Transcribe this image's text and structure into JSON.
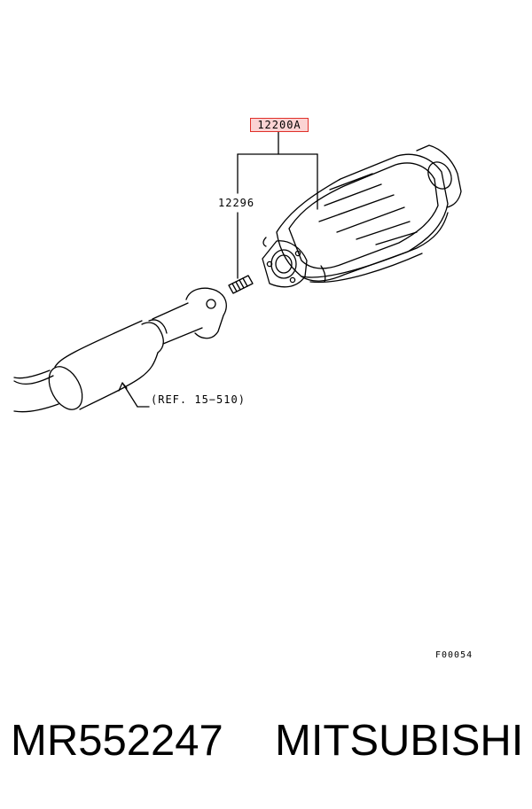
{
  "diagram": {
    "callouts": {
      "main_assembly": "12200A",
      "stud": "12296",
      "reference": "(REF. 15−510)"
    },
    "figure_code": "F00054",
    "highlight_color": "#e0302a",
    "components": [
      {
        "name": "catalytic-converter",
        "icon": "catalytic-converter-drawing"
      },
      {
        "name": "stud-bolt",
        "icon": "stud-drawing"
      },
      {
        "name": "front-exhaust-pipe",
        "icon": "exhaust-pipe-drawing"
      }
    ]
  },
  "caption": {
    "part_number": "MR552247",
    "brand": "MITSUBISHI"
  }
}
